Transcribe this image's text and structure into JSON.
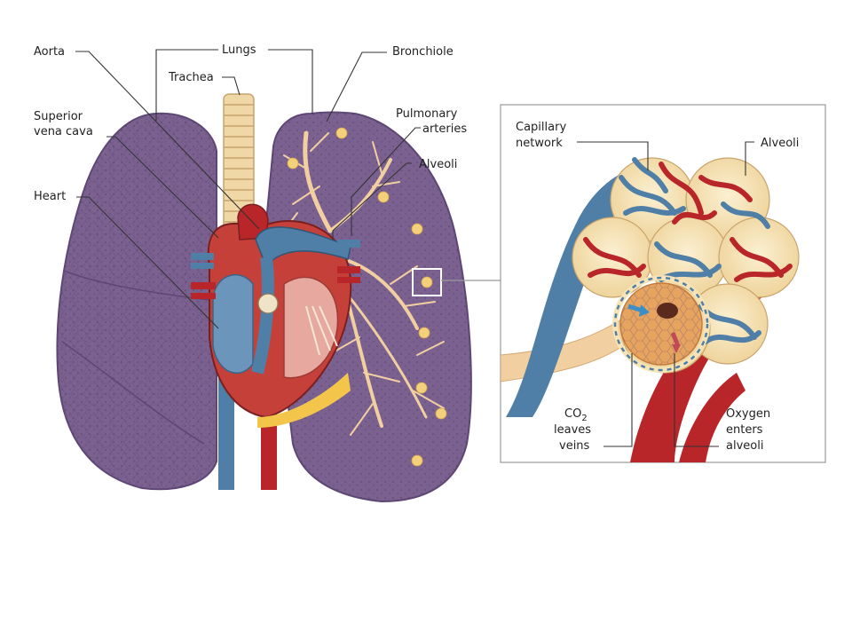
{
  "colors": {
    "background": "#ffffff",
    "lung": "#7b6190",
    "lung_light": "#8e76a2",
    "lung_edge": "#5e4774",
    "artery_red": "#b8262a",
    "vein_blue": "#4f7fa6",
    "bronchiole_tan": "#f2cfa0",
    "alveoli_cream": "#f6e4b8",
    "trachea": "#efd7a6",
    "inset_border": "#999999"
  },
  "labels": {
    "aorta": "Aorta",
    "lungs": "Lungs",
    "trachea": "Trachea",
    "bronchiole": "Bronchiole",
    "superior_vena_cava_1": "Superior",
    "superior_vena_cava_2": "vena cava",
    "pulmonary_arteries_1": "Pulmonary",
    "pulmonary_arteries_2": "arteries",
    "alveoli_main": "Alveoli",
    "heart": "Heart"
  },
  "inset": {
    "capillary_network_1": "Capillary",
    "capillary_network_2": "network",
    "alveoli": "Alveoli",
    "co2_1": "CO",
    "co2_sub": "2",
    "co2_2": "leaves",
    "co2_3": "veins",
    "oxygen_1": "Oxygen",
    "oxygen_2": "enters",
    "oxygen_3": "alveoli"
  }
}
